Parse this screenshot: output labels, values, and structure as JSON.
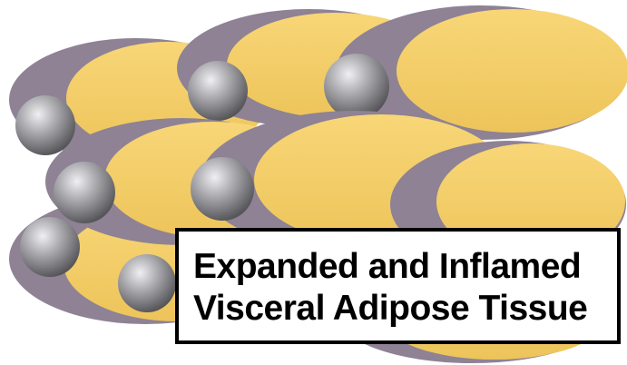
{
  "label": {
    "line1": "Expanded and Inflamed",
    "line2": "Visceral Adipose Tissue"
  },
  "colors": {
    "adipocyte_fill": "#f5cf6b",
    "adipocyte_shadow": "#d9ad3f",
    "membrane": "#8e8294",
    "nucleus_light": "#e8e8ea",
    "nucleus_dark": "#4e4e52",
    "box_border": "#000000"
  },
  "cells": [
    {
      "name": "adipocyte-back-left"
    },
    {
      "name": "adipocyte-back-middle"
    },
    {
      "name": "adipocyte-back-right"
    },
    {
      "name": "adipocyte-middle-left"
    },
    {
      "name": "adipocyte-middle-center"
    },
    {
      "name": "adipocyte-bottom-left"
    },
    {
      "name": "adipocyte-bottom-right"
    }
  ]
}
